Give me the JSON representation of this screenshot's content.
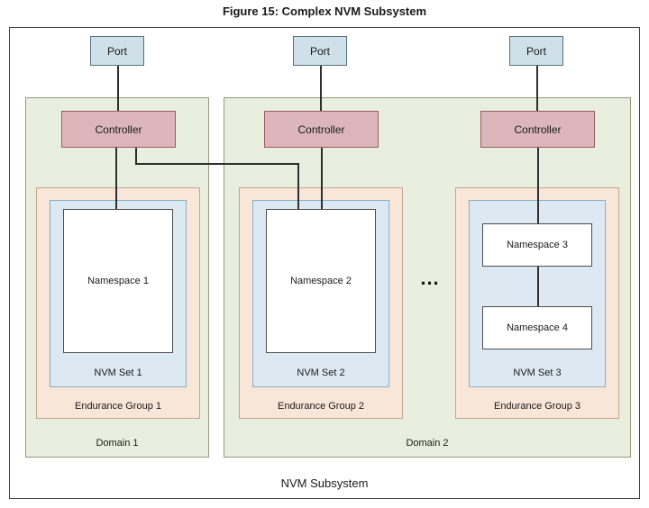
{
  "figure": {
    "title": "Figure 15: Complex NVM Subsystem"
  },
  "subsystem": {
    "label": "NVM Subsystem"
  },
  "ports": [
    {
      "label": "Port"
    },
    {
      "label": "Port"
    },
    {
      "label": "Port"
    }
  ],
  "controllers": [
    {
      "label": "Controller"
    },
    {
      "label": "Controller"
    },
    {
      "label": "Controller"
    }
  ],
  "domains": [
    {
      "label": "Domain 1"
    },
    {
      "label": "Domain 2"
    }
  ],
  "endurance_groups": [
    {
      "label": "Endurance Group 1"
    },
    {
      "label": "Endurance Group 2"
    },
    {
      "label": "Endurance Group 3"
    }
  ],
  "nvm_sets": [
    {
      "label": "NVM Set 1"
    },
    {
      "label": "NVM Set 2"
    },
    {
      "label": "NVM Set 3"
    }
  ],
  "namespaces": [
    {
      "label": "Namespace 1"
    },
    {
      "label": "Namespace 2"
    },
    {
      "label": "Namespace 3"
    },
    {
      "label": "Namespace 4"
    }
  ],
  "ellipsis": "...",
  "colors": {
    "port_fill": "#cfe0e8",
    "port_border": "#57707e",
    "controller_fill": "#dcb6ba",
    "controller_border": "#9e5b63",
    "domain_fill": "#e9efde",
    "domain_border": "#91997f",
    "endurance_fill": "#f8e6d9",
    "endurance_border": "#c7a391",
    "nvmset_fill": "#dce9f2",
    "nvmset_border": "#8badc2",
    "namespace_fill": "#ffffff",
    "namespace_border": "#4d4d4d",
    "line": "#2f2f2f"
  }
}
